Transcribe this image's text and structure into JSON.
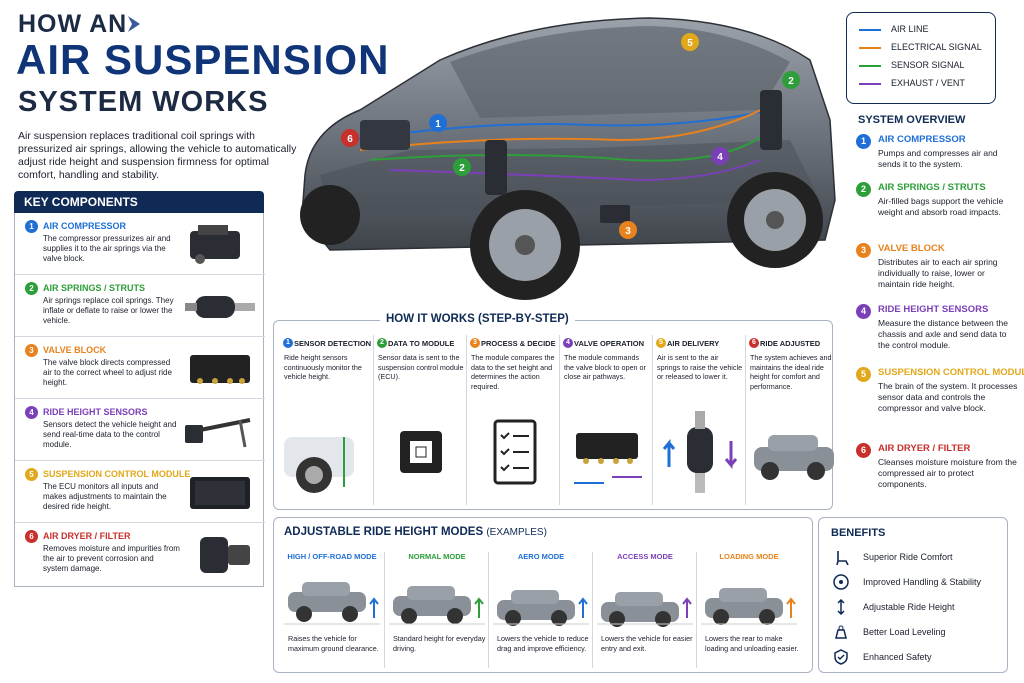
{
  "title": {
    "line1": "HOW AN",
    "line2": "AIR SUSPENSION",
    "line3": "SYSTEM WORKS"
  },
  "intro": "Air suspension replaces traditional coil springs with pressurized air springs, allowing the vehicle to automatically adjust ride height and suspension firmness for optimal comfort, handling and stability.",
  "key_components": {
    "heading": "KEY COMPONENTS",
    "items": [
      {
        "num": "1",
        "title": "AIR COMPRESSOR",
        "desc": "The compressor pressurizes air and supplies it to the air springs via the valve block."
      },
      {
        "num": "2",
        "title": "AIR SPRINGS / STRUTS",
        "desc": "Air springs replace coil springs. They inflate or deflate to raise or lower the vehicle."
      },
      {
        "num": "3",
        "title": "VALVE BLOCK",
        "desc": "The valve block directs compressed air to the correct wheel to adjust ride height."
      },
      {
        "num": "4",
        "title": "RIDE HEIGHT SENSORS",
        "desc": "Sensors detect the vehicle height and send real-time data to the control module."
      },
      {
        "num": "5",
        "title": "SUSPENSION CONTROL MODULE",
        "desc": "The ECU monitors all inputs and makes adjustments to maintain the desired ride height."
      },
      {
        "num": "6",
        "title": "AIR DRYER / FILTER",
        "desc": "Removes moisture and impurities from the air to prevent corrosion and system damage."
      }
    ]
  },
  "legend": [
    {
      "label": "AIR LINE",
      "color": "#1f6fd6"
    },
    {
      "label": "ELECTRICAL SIGNAL",
      "color": "#e8821c"
    },
    {
      "label": "SENSOR SIGNAL",
      "color": "#2e9e3a"
    },
    {
      "label": "EXHAUST / VENT",
      "color": "#7b3fb8"
    }
  ],
  "overview": {
    "heading": "SYSTEM OVERVIEW",
    "items": [
      {
        "num": "1",
        "title": "AIR COMPRESSOR",
        "desc": "Pumps and compresses air and sends it to the system."
      },
      {
        "num": "2",
        "title": "AIR SPRINGS / STRUTS",
        "desc": "Air-filled bags support the vehicle weight and absorb road impacts."
      },
      {
        "num": "3",
        "title": "VALVE BLOCK",
        "desc": "Distributes air to each air spring individually to raise, lower or maintain ride height."
      },
      {
        "num": "4",
        "title": "RIDE HEIGHT SENSORS",
        "desc": "Measure the distance between the chassis and axle and send data to the control module."
      },
      {
        "num": "5",
        "title": "SUSPENSION CONTROL MODULE",
        "desc": "The brain of the system. It processes sensor data and controls the compressor and valve block."
      },
      {
        "num": "6",
        "title": "AIR DRYER / FILTER",
        "desc": "Cleanses moisture moisture from the compressed air to protect components."
      }
    ]
  },
  "colors": {
    "1": "#1f6fd6",
    "2": "#2e9e3a",
    "3": "#e8821c",
    "4": "#7b3fb8",
    "5": "#e0a81a",
    "6": "#c8302c",
    "navy": "#0f2a55"
  },
  "how_it_works": {
    "heading": "HOW IT WORKS (STEP-BY-STEP)",
    "steps": [
      {
        "num": "1",
        "title": "SENSOR DETECTION",
        "desc": "Ride height sensors continuously monitor the vehicle height."
      },
      {
        "num": "2",
        "title": "DATA TO MODULE",
        "desc": "Sensor data is sent to the suspension control module (ECU)."
      },
      {
        "num": "3",
        "title": "PROCESS & DECIDE",
        "desc": "The module compares the data to the set height and determines the action required."
      },
      {
        "num": "4",
        "title": "VALVE OPERATION",
        "desc": "The module commands the valve block to open or close air pathways."
      },
      {
        "num": "5",
        "title": "AIR DELIVERY",
        "desc": "Air is sent to the air springs to raise the vehicle or released to lower it."
      },
      {
        "num": "6",
        "title": "RIDE ADJUSTED",
        "desc": "The system achieves and maintains the ideal ride height for comfort and performance."
      }
    ]
  },
  "ride_height": {
    "heading": "ADJUSTABLE RIDE HEIGHT MODES",
    "heading_suffix": "(EXAMPLES)",
    "modes": [
      {
        "title": "HIGH / OFF-ROAD MODE",
        "color": "#1f6fd6",
        "desc": "Raises the vehicle for maximum ground clearance."
      },
      {
        "title": "NORMAL MODE",
        "color": "#2e9e3a",
        "desc": "Standard height for everyday driving."
      },
      {
        "title": "AERO MODE",
        "color": "#1f6fd6",
        "desc": "Lowers the vehicle to reduce drag and improve efficiency."
      },
      {
        "title": "ACCESS MODE",
        "color": "#7b3fb8",
        "desc": "Lowers the vehicle for easier entry and exit."
      },
      {
        "title": "LOADING MODE",
        "color": "#e8821c",
        "desc": "Lowers the rear to make loading and unloading easier."
      }
    ]
  },
  "benefits": {
    "heading": "BENEFITS",
    "items": [
      {
        "label": "Superior Ride Comfort",
        "icon": "seat-icon"
      },
      {
        "label": "Improved Handling & Stability",
        "icon": "steering-icon"
      },
      {
        "label": "Adjustable Ride Height",
        "icon": "height-arrows-icon"
      },
      {
        "label": "Better Load Leveling",
        "icon": "weight-icon"
      },
      {
        "label": "Enhanced Safety",
        "icon": "shield-icon"
      }
    ]
  }
}
